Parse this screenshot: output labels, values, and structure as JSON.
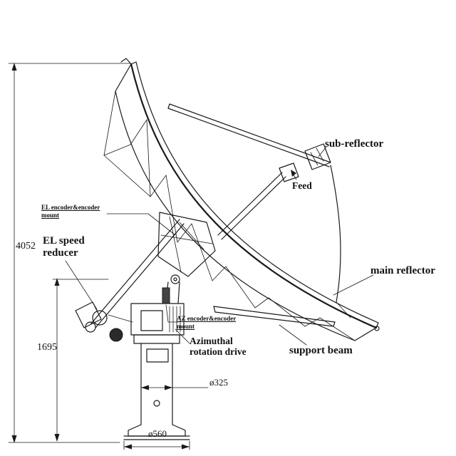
{
  "diagram": {
    "title": "Parabolic antenna side-view technical drawing",
    "labels": {
      "sub_reflector": "sub-reflector",
      "feed": "Feed",
      "main_reflector": "main reflector",
      "support_beam": "support beam",
      "el_encoder_mount": {
        "line1": "EL encoder&encoder",
        "line2": "mount"
      },
      "el_speed_reducer": {
        "line1": "EL speed",
        "line2": "reducer"
      },
      "az_encoder_mount": {
        "line1": "AZ encoder&encoder",
        "line2": "mount"
      },
      "az_rotation_drive": {
        "line1": "Azimuthal",
        "line2": "rotation drive"
      }
    },
    "dimensions": {
      "total_height": "4052",
      "pedestal_height": "1695",
      "column_diameter": "ø325",
      "base_diameter": "ø560"
    },
    "colors": {
      "line": "#1a1a1a",
      "background": "#ffffff"
    }
  }
}
